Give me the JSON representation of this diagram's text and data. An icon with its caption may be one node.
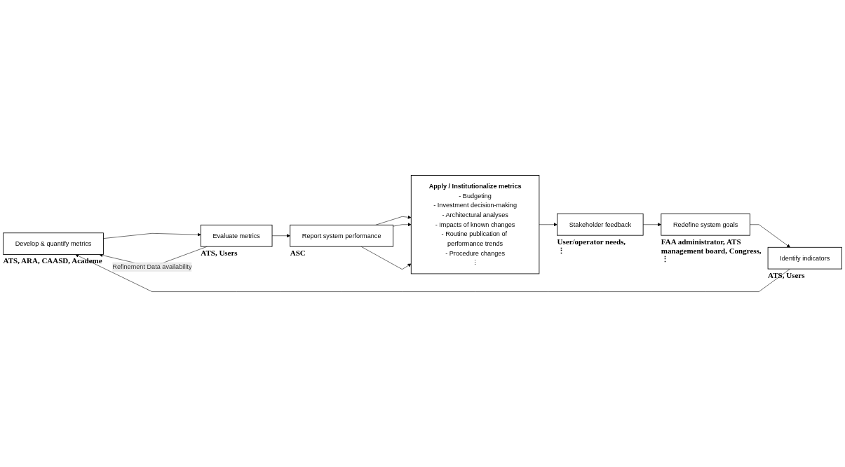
{
  "diagram": {
    "nodes": [
      {
        "text": [
          "Develop & quantify metrics"
        ],
        "beside": [
          "ATS, ARA, CAASD, Academe"
        ]
      },
      {
        "text": [
          "Evaluate metrics"
        ],
        "beside": [
          "ATS, Users"
        ]
      },
      {
        "text": [
          "Report system performance"
        ],
        "beside": [
          "ASC"
        ]
      },
      {
        "text": [
          "Apply / Institutionalize metrics",
          "- Budgeting",
          "- Investment decision-making",
          "- Architectural analyses",
          "- Impacts of known changes",
          "- Routine publication of performance trends",
          "- Procedure changes",
          "⋮"
        ]
      },
      {
        "text": [
          "Stakeholder feedback"
        ],
        "beside": [
          "User/operator needs,",
          "⋮"
        ]
      },
      {
        "text": [
          "Redefine system goals"
        ],
        "beside": [
          "FAA administrator, ATS management board, Congress,",
          "⋮"
        ]
      },
      {
        "text": [
          "Identify indicators"
        ],
        "beside": [
          "ATS, Users"
        ]
      }
    ],
    "edges": [
      {
        "from": 0,
        "to": 1,
        "arrow": "to"
      },
      {
        "from": 1,
        "to": 0,
        "arrow": "to",
        "label": "Refinement Data availability"
      },
      {
        "from": 1,
        "to": 2,
        "arrow": "to"
      },
      {
        "from": 2,
        "to": 3,
        "arrow": "to"
      },
      {
        "from": 2,
        "to": 3,
        "arrow": "to"
      },
      {
        "from": 2,
        "to": 3,
        "arrow": "to"
      },
      {
        "from": 3,
        "to": 4,
        "arrow": "to"
      },
      {
        "from": 4,
        "to": 5,
        "arrow": "to"
      },
      {
        "from": 5,
        "to": 6,
        "arrow": "to"
      },
      {
        "from": 6,
        "to": 0,
        "arrow": "to"
      }
    ]
  }
}
